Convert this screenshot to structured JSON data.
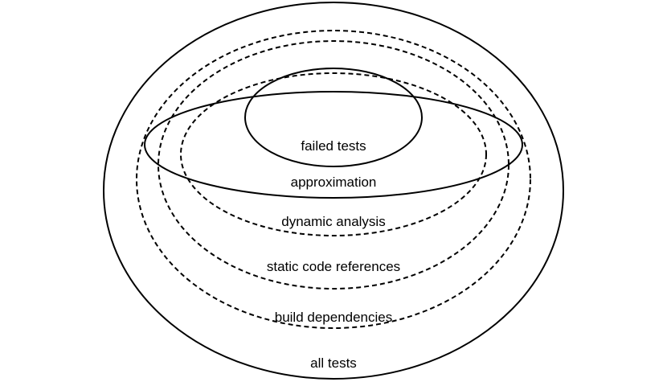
{
  "diagram": {
    "labels": {
      "all_tests": "all tests",
      "build_dependencies": "build dependencies",
      "static_code_references": "static code references",
      "dynamic_analysis": "dynamic analysis",
      "approximation": "approximation",
      "failed_tests": "failed tests"
    },
    "colors": {
      "stroke": "#000000",
      "background": "#ffffff"
    }
  }
}
